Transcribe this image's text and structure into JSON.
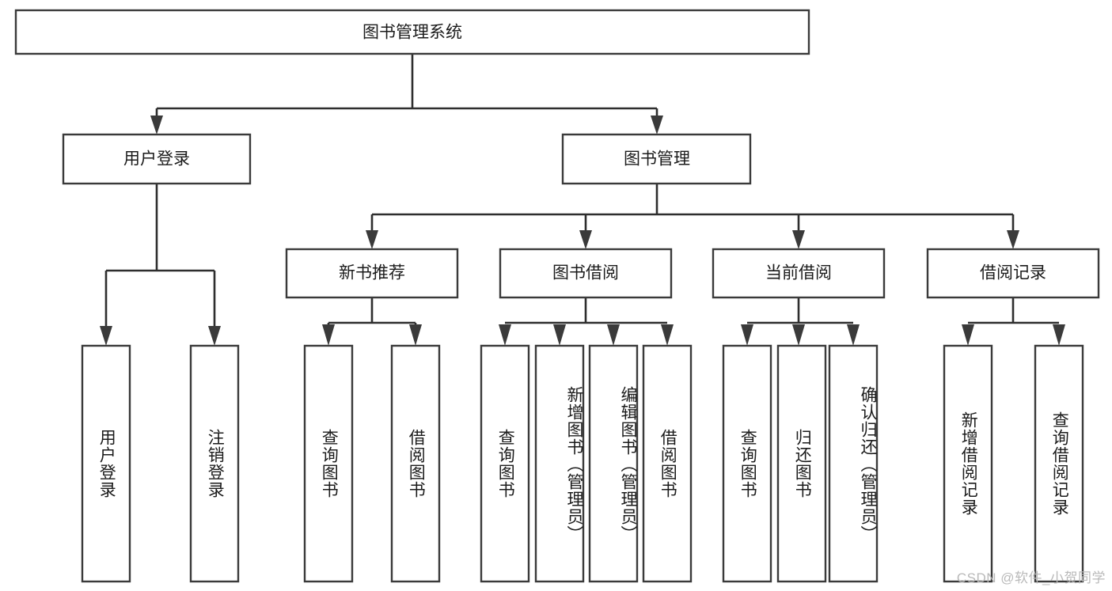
{
  "diagram": {
    "type": "tree-hierarchy",
    "title": "图书管理系统",
    "orientation": "top-down",
    "colors": {
      "box_fill": "#ffffff",
      "box_stroke": "#3a3a3a",
      "connector": "#2e2e2e",
      "text": "#1b1b1b",
      "watermark": "#b9b9b9",
      "background": "#ffffff"
    },
    "root": {
      "id": "root",
      "label": "图书管理系统",
      "orientation": "horizontal"
    },
    "level2": [
      {
        "id": "user-login",
        "label": "用户登录",
        "orientation": "horizontal"
      },
      {
        "id": "book-management",
        "label": "图书管理",
        "orientation": "horizontal"
      }
    ],
    "level3": [
      {
        "id": "new-book-recommend",
        "label": "新书推荐",
        "orientation": "horizontal",
        "parent": "book-management"
      },
      {
        "id": "book-borrow",
        "label": "图书借阅",
        "orientation": "horizontal",
        "parent": "book-management"
      },
      {
        "id": "current-borrow",
        "label": "当前借阅",
        "orientation": "horizontal",
        "parent": "book-management"
      },
      {
        "id": "borrow-record",
        "label": "借阅记录",
        "orientation": "horizontal",
        "parent": "book-management"
      }
    ],
    "leaves": [
      {
        "id": "leaf-user-login",
        "label": "用户登录",
        "orientation": "vertical",
        "parent": "user-login"
      },
      {
        "id": "leaf-user-logout",
        "label": "注销登录",
        "orientation": "vertical",
        "parent": "user-login"
      },
      {
        "id": "leaf-query-book-1",
        "label": "查询图书",
        "orientation": "vertical",
        "parent": "new-book-recommend"
      },
      {
        "id": "leaf-borrow-book-1",
        "label": "借阅图书",
        "orientation": "vertical",
        "parent": "new-book-recommend"
      },
      {
        "id": "leaf-query-book-2",
        "label": "查询图书",
        "orientation": "vertical",
        "parent": "book-borrow"
      },
      {
        "id": "leaf-add-book",
        "label": "新增图书（管理员）",
        "orientation": "vertical",
        "parent": "book-borrow"
      },
      {
        "id": "leaf-edit-book",
        "label": "编辑图书（管理员）",
        "orientation": "vertical",
        "parent": "book-borrow"
      },
      {
        "id": "leaf-borrow-book-2",
        "label": "借阅图书",
        "orientation": "vertical",
        "parent": "book-borrow"
      },
      {
        "id": "leaf-query-book-3",
        "label": "查询图书",
        "orientation": "vertical",
        "parent": "current-borrow"
      },
      {
        "id": "leaf-return-book",
        "label": "归还图书",
        "orientation": "vertical",
        "parent": "current-borrow"
      },
      {
        "id": "leaf-confirm-return",
        "label": "确认归还（管理员）",
        "orientation": "vertical",
        "parent": "current-borrow"
      },
      {
        "id": "leaf-add-record",
        "label": "新增借阅记录",
        "orientation": "vertical",
        "parent": "borrow-record"
      },
      {
        "id": "leaf-query-record",
        "label": "查询借阅记录",
        "orientation": "vertical",
        "parent": "borrow-record"
      }
    ],
    "watermark": "CSDN @软件_小贺同学"
  }
}
